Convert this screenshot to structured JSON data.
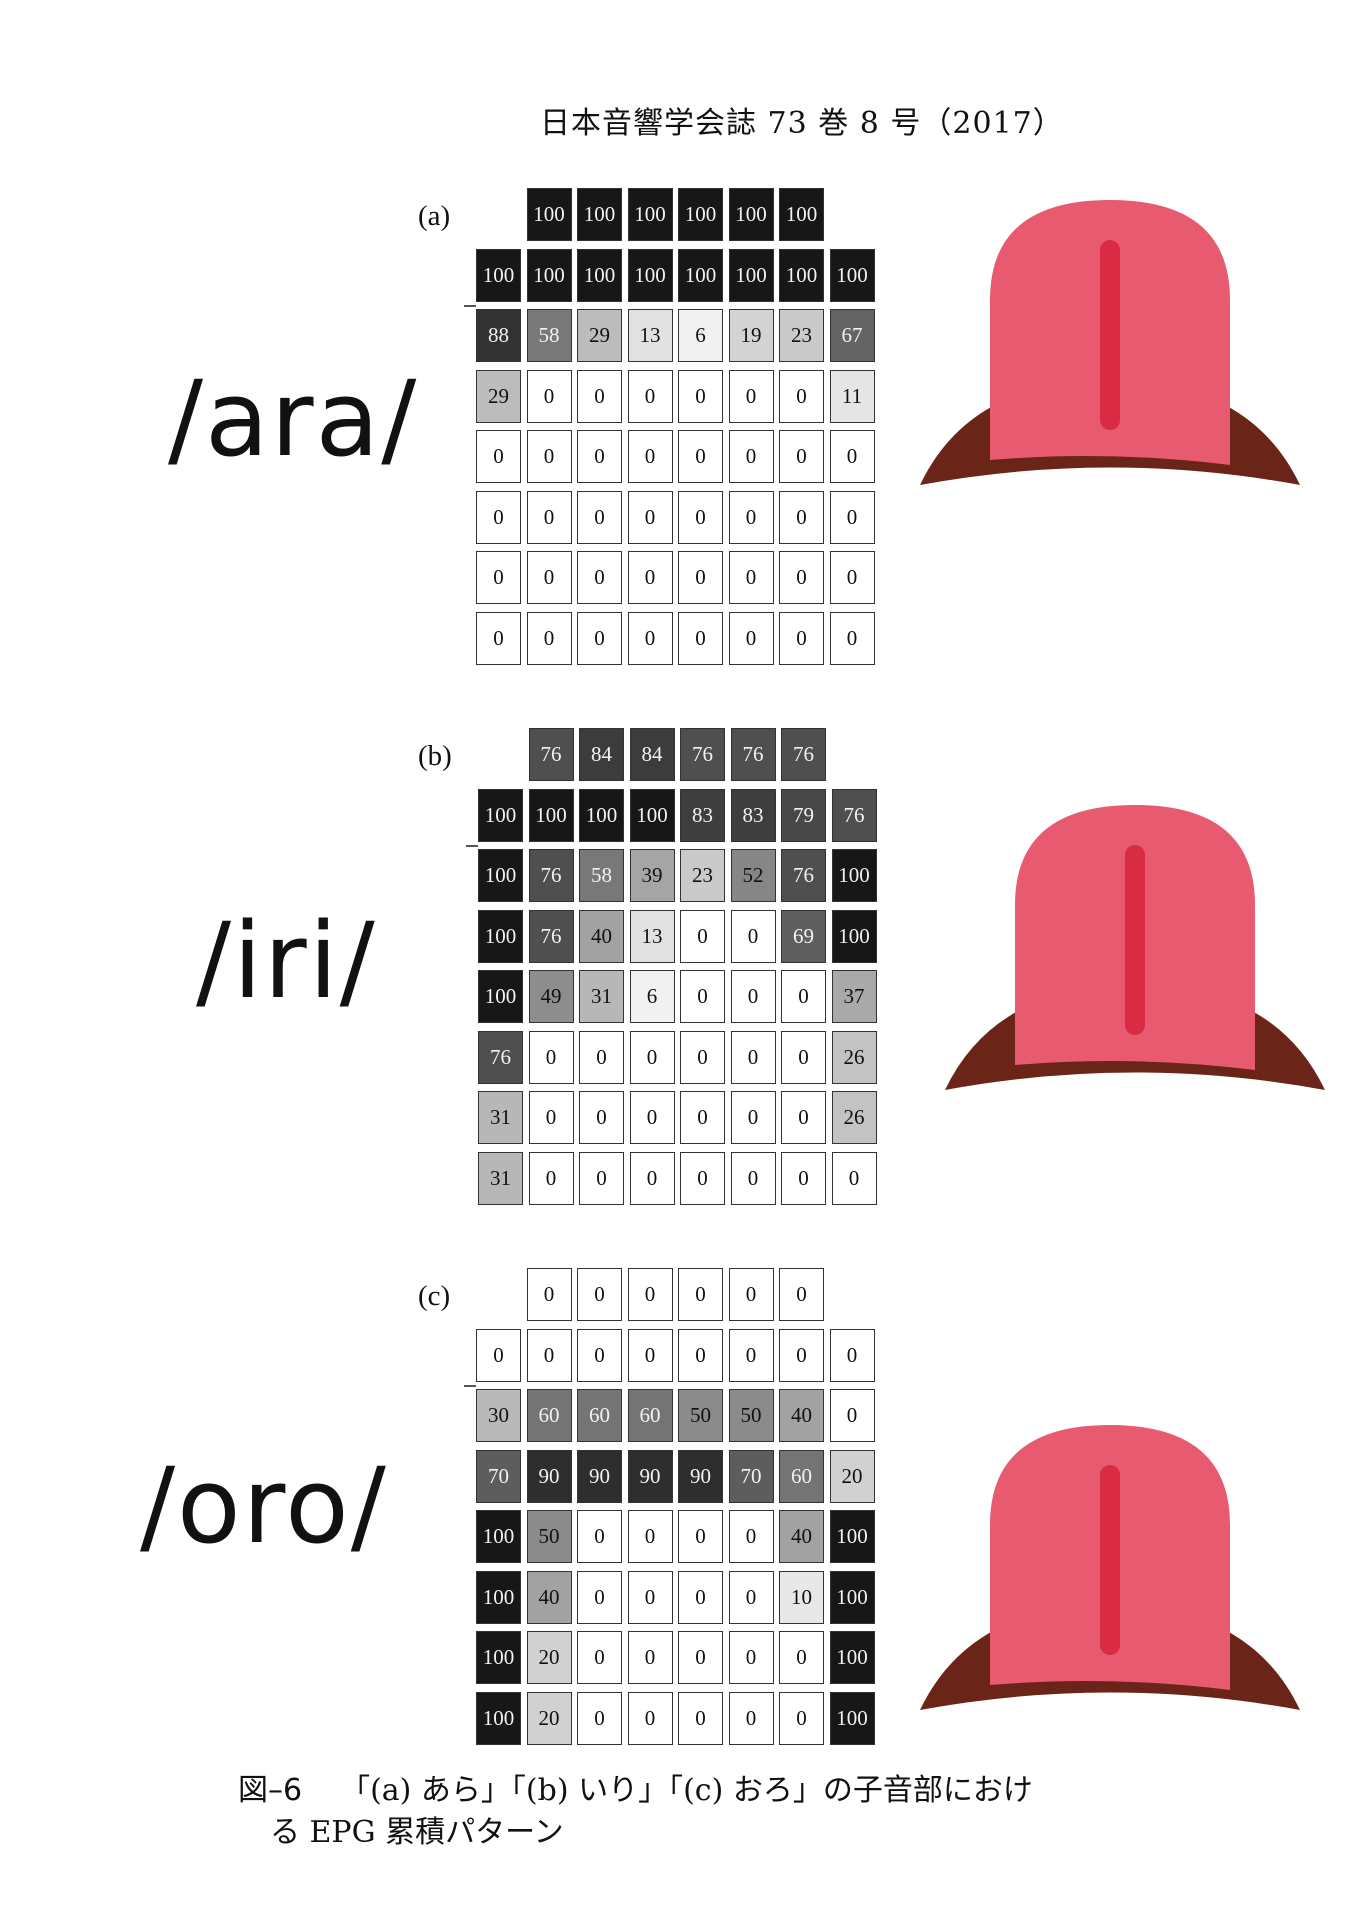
{
  "header": {
    "journal": "日本音響学会誌 73 巻 8 号（2017）"
  },
  "panels": [
    {
      "label": "(a)",
      "phoneme": "/ara/",
      "rows": [
        [
          100,
          100,
          100,
          100,
          100,
          100
        ],
        [
          100,
          100,
          100,
          100,
          100,
          100,
          100,
          100
        ],
        [
          88,
          58,
          29,
          13,
          6,
          19,
          23,
          67
        ],
        [
          29,
          0,
          0,
          0,
          0,
          0,
          0,
          11
        ],
        [
          0,
          0,
          0,
          0,
          0,
          0,
          0,
          0
        ],
        [
          0,
          0,
          0,
          0,
          0,
          0,
          0,
          0
        ],
        [
          0,
          0,
          0,
          0,
          0,
          0,
          0,
          0
        ],
        [
          0,
          0,
          0,
          0,
          0,
          0,
          0,
          0
        ]
      ]
    },
    {
      "label": "(b)",
      "phoneme": "/iri/",
      "rows": [
        [
          76,
          84,
          84,
          76,
          76,
          76
        ],
        [
          100,
          100,
          100,
          100,
          83,
          83,
          79,
          76
        ],
        [
          100,
          76,
          58,
          39,
          23,
          52,
          76,
          100
        ],
        [
          100,
          76,
          40,
          13,
          0,
          0,
          69,
          100
        ],
        [
          100,
          49,
          31,
          6,
          0,
          0,
          0,
          37
        ],
        [
          76,
          0,
          0,
          0,
          0,
          0,
          0,
          26
        ],
        [
          31,
          0,
          0,
          0,
          0,
          0,
          0,
          26
        ],
        [
          31,
          0,
          0,
          0,
          0,
          0,
          0,
          0
        ]
      ]
    },
    {
      "label": "(c)",
      "phoneme": "/oro/",
      "rows": [
        [
          0,
          0,
          0,
          0,
          0,
          0
        ],
        [
          0,
          0,
          0,
          0,
          0,
          0,
          0,
          0
        ],
        [
          30,
          60,
          60,
          60,
          50,
          50,
          40,
          0
        ],
        [
          70,
          90,
          90,
          90,
          90,
          70,
          60,
          20
        ],
        [
          100,
          50,
          0,
          0,
          0,
          0,
          40,
          100
        ],
        [
          100,
          40,
          0,
          0,
          0,
          0,
          10,
          100
        ],
        [
          100,
          20,
          0,
          0,
          0,
          0,
          0,
          100
        ],
        [
          100,
          20,
          0,
          0,
          0,
          0,
          0,
          100
        ]
      ]
    }
  ],
  "colors": {
    "tongue_body": "#e85a70",
    "tongue_groove": "#d92c44",
    "jaw": "#6b2418"
  },
  "icons": [
    "tongue-icon"
  ],
  "caption": {
    "fig_no": "図–6",
    "line1": "「(a) あら」「(b) いり」「(c) おろ」の子音部におけ",
    "line2": "る EPG 累積パターン"
  }
}
